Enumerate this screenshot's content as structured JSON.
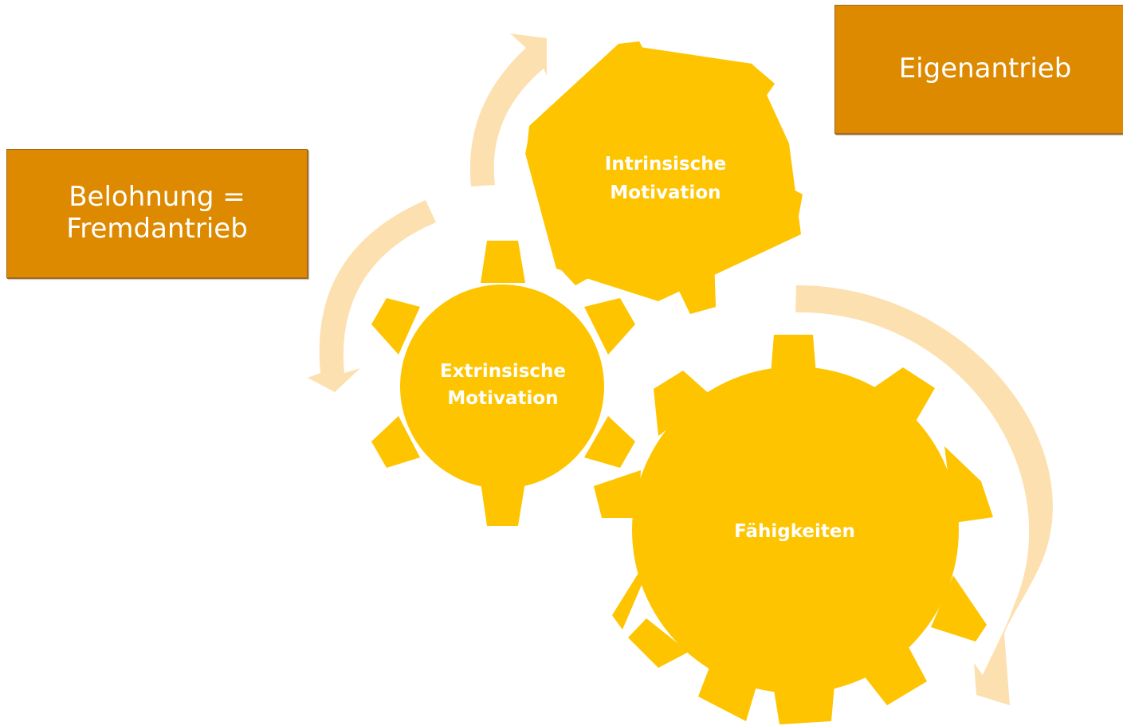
{
  "colors": {
    "gear": "#fec400",
    "arrow": "#fde0b0",
    "box_fill": "#dd8a00",
    "box_text": "#ffffff"
  },
  "boxes": {
    "reward": "Belohnung =\nFremdantrieb",
    "self_drive": "Eigenantrieb"
  },
  "gears": {
    "intrinsic": {
      "line1": "Intrinsische",
      "line2": "Motivation"
    },
    "extrinsic": {
      "line1": "Extrinsische",
      "line2": "Motivation"
    },
    "skills": {
      "label": "Fähigkeiten"
    }
  }
}
